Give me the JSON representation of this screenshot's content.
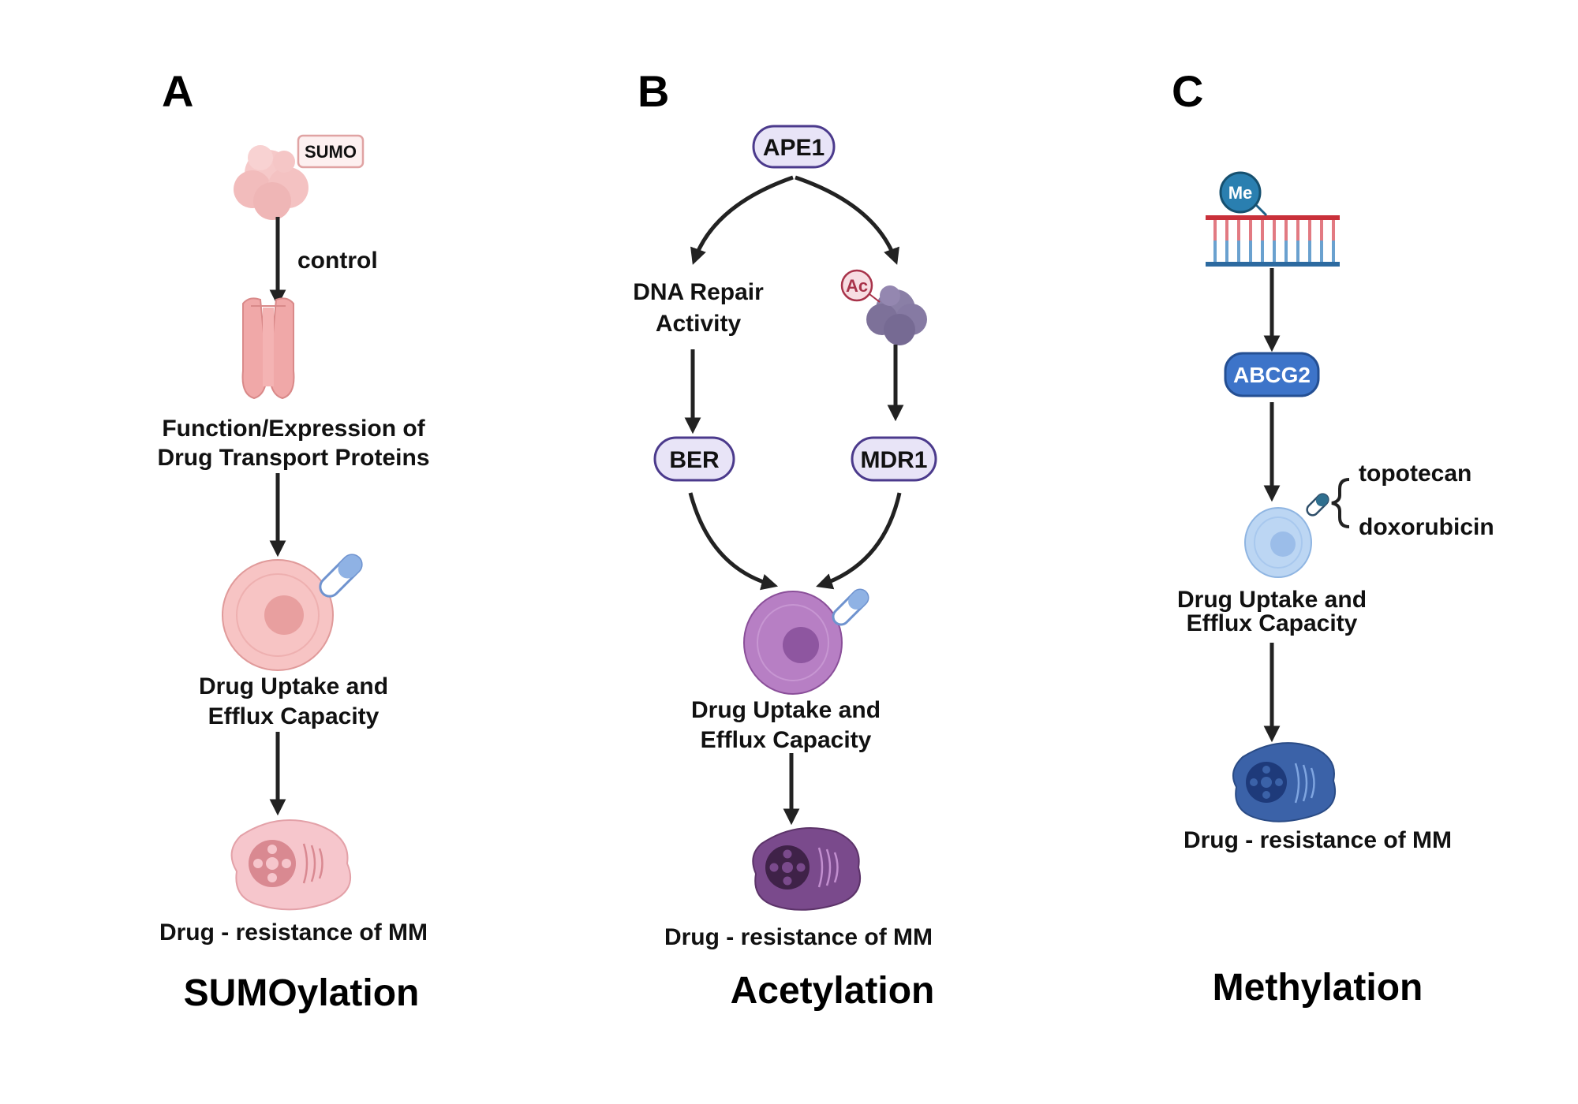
{
  "colors": {
    "pink_cell": "#f4b9b9",
    "pink_dark": "#d98989",
    "purple_cell": "#b77fc4",
    "purple_dark": "#7a4a8c",
    "blue_cell": "#b9d4f2",
    "blue_dark": "#3b62a8",
    "pill_purple_fill": "#e8e4f7",
    "pill_purple_stroke": "#4b3a8c",
    "abcg2_fill": "#3d74c9",
    "me_fill": "#2a7fb0",
    "dna_red": "#c9303a",
    "dna_blue": "#2c6aa0",
    "arrow": "#222222"
  },
  "panel_a": {
    "letter": "A",
    "sumo_label": "SUMO",
    "control_label": "control",
    "transport_line1": "Function/Expression of",
    "transport_line2": "Drug Transport Proteins",
    "uptake_line1": "Drug Uptake and",
    "uptake_line2": "Efflux Capacity",
    "resistance": "Drug - resistance of MM",
    "title": "SUMOylation"
  },
  "panel_b": {
    "letter": "B",
    "ape1_label": "APE1",
    "dna_repair_line1": "DNA Repair",
    "dna_repair_line2": "Activity",
    "ac_label": "Ac",
    "ber_label": "BER",
    "mdr1_label": "MDR1",
    "uptake_line1": "Drug Uptake and",
    "uptake_line2": "Efflux Capacity",
    "resistance": "Drug - resistance of MM",
    "title": "Acetylation"
  },
  "panel_c": {
    "letter": "C",
    "me_label": "Me",
    "abcg2_label": "ABCG2",
    "drug1": "topotecan",
    "drug2": "doxorubicin",
    "uptake_line1": "Drug Uptake and",
    "uptake_line2": "Efflux Capacity",
    "resistance": "Drug - resistance of MM",
    "title": "Methylation"
  }
}
